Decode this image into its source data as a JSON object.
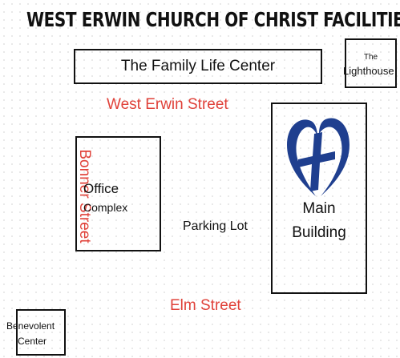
{
  "title": "WEST ERWIN CHURCH OF CHRIST FACILITIES",
  "buildings": {
    "family_life_center": "The Family Life Center",
    "lighthouse_line1": "The",
    "lighthouse_line2": "Lighthouse",
    "office_line1": "Office",
    "office_line2": "Complex",
    "main_line1": "Main",
    "main_line2": "Building",
    "benevolent_line1": "Benevolent",
    "benevolent_line2": "Center"
  },
  "streets": {
    "west_erwin": "West Erwin Street",
    "elm": "Elm Street",
    "bonner": "Bonner Street"
  },
  "parking_lot": "Parking Lot",
  "logo_icon": "heart-cross-icon",
  "colors": {
    "street_text": "#e0423a",
    "logo_blue": "#1f3f8f",
    "outline": "#111111"
  }
}
